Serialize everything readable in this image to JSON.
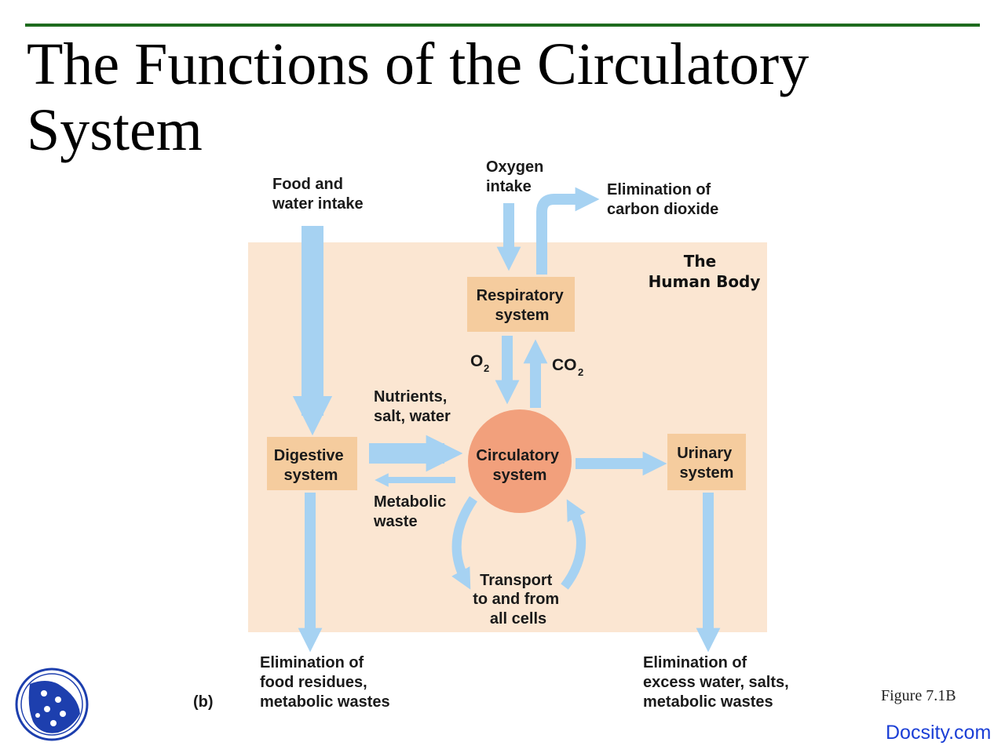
{
  "slide": {
    "title_line1": "The Functions of the Circulatory",
    "title_line2": "System",
    "figure_ref": "Figure 7.1B",
    "brand": "Docsity.com"
  },
  "diagram": {
    "panel_label": "(b)",
    "body_label": [
      "The",
      "Human Body"
    ],
    "systems": {
      "respiratory": [
        "Respiratory",
        "system"
      ],
      "digestive": [
        "Digestive",
        "system"
      ],
      "circulatory": [
        "Circulatory",
        "system"
      ],
      "urinary": [
        "Urinary",
        "system"
      ]
    },
    "labels": {
      "food_intake": [
        "Food and",
        "water intake"
      ],
      "oxygen_intake": [
        "Oxygen",
        "intake"
      ],
      "co2_elimination": [
        "Elimination of",
        "carbon dioxide"
      ],
      "o2": "O",
      "o2_sub": "2",
      "co2": "CO",
      "co2_sub": "2",
      "nutrients": [
        "Nutrients,",
        "salt, water"
      ],
      "metabolic_waste": [
        "Metabolic",
        "waste"
      ],
      "transport": [
        "Transport",
        "to and from",
        "all cells"
      ],
      "digestive_elimination": [
        "Elimination of",
        "food residues,",
        "metabolic wastes"
      ],
      "urinary_elimination": [
        "Elimination of",
        "excess water, salts,",
        "metabolic wastes"
      ]
    },
    "colors": {
      "body_fill": "#fbe6d2",
      "system_box": "#f5cc9e",
      "circulatory_fill": "#f2a07c",
      "arrow": "#a6d2f2",
      "title_rule": "#1e6b1e",
      "brand": "#1b3fd6"
    }
  },
  "logo": {
    "icon": "docsity-logo-icon"
  }
}
